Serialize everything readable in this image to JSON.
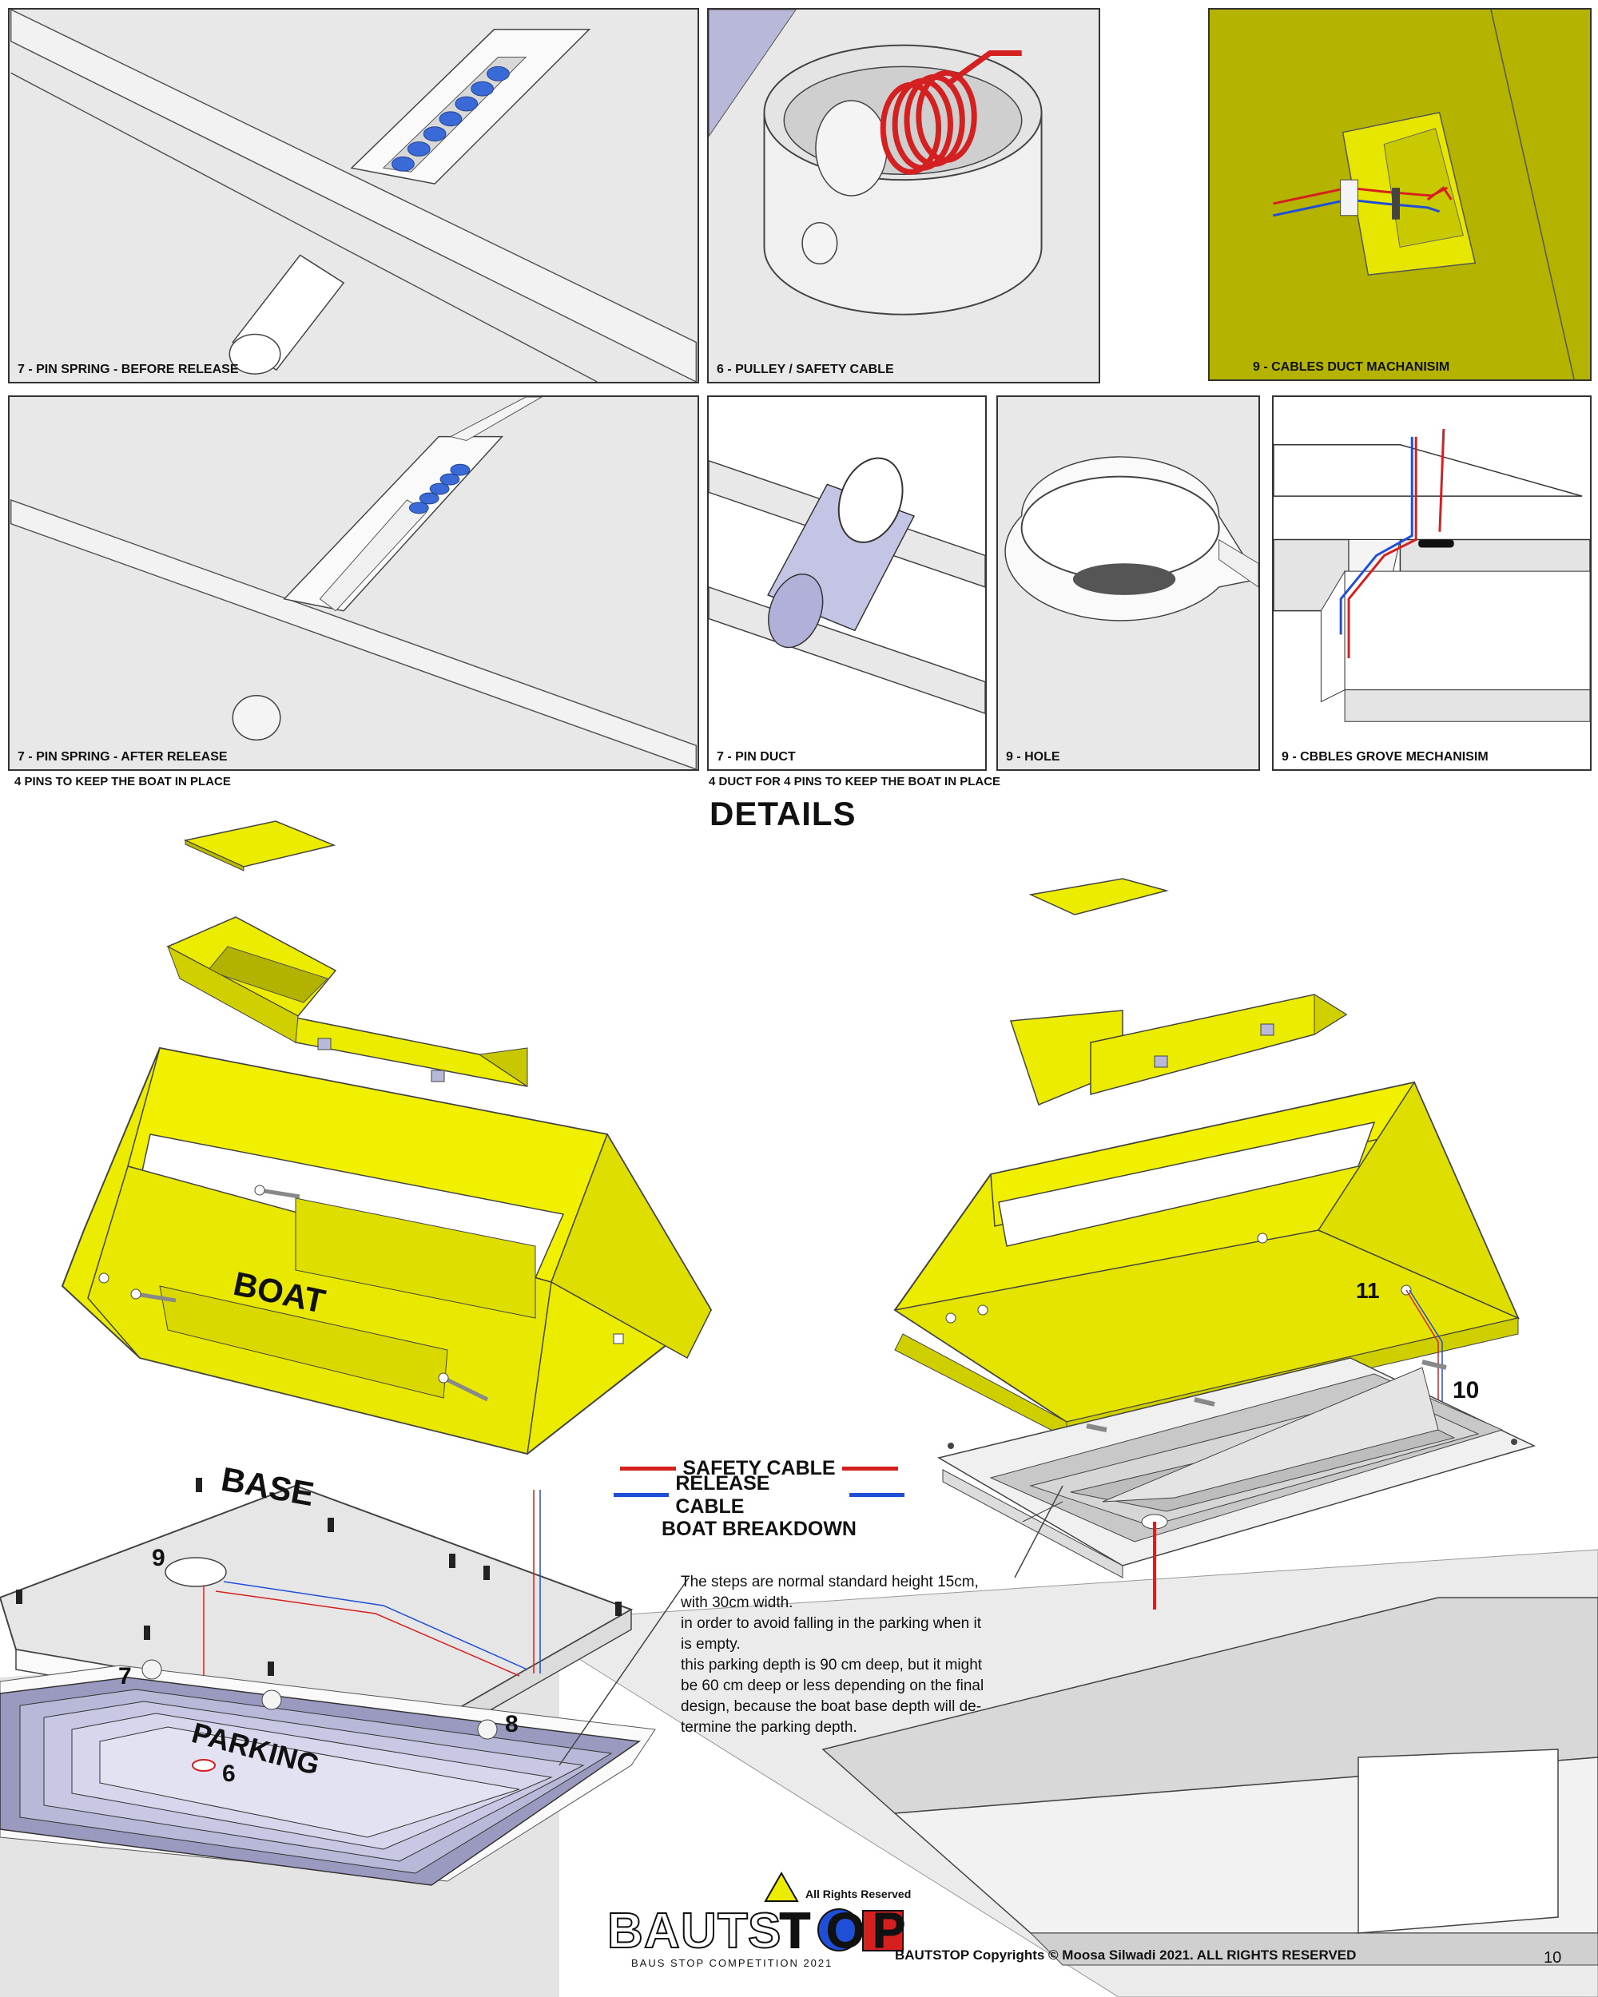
{
  "panels": {
    "p1_caption": "7 - PIN SPRING - BEFORE RELEASE",
    "p2_caption": "6 - PULLEY / SAFETY CABLE",
    "p3_caption": "9 - CABLES DUCT MACHANISIM",
    "p4_caption": "7 - PIN SPRING - AFTER RELEASE",
    "p5_caption": "7 - PIN DUCT",
    "p6_caption": "9 - HOLE",
    "p7_caption": "9 - CBBLES GROVE MECHANISIM"
  },
  "notes": {
    "pins_note": "4 PINS TO KEEP THE BOAT IN PLACE",
    "duct_note": "4 DUCT FOR 4 PINS TO KEEP THE BOAT IN PLACE"
  },
  "section_title": "DETAILS",
  "labels": {
    "boat": "BOAT",
    "base": "BASE",
    "parking": "PARKING",
    "n9": "9",
    "n7": "7",
    "n8": "8",
    "n6": "6",
    "n11": "11",
    "n10": "10"
  },
  "legend": {
    "safety": "SAFETY CABLE",
    "release": "RELEASE CABLE",
    "title": "BOAT BREAKDOWN",
    "safety_color": "#d62020",
    "release_color": "#1f4fd6"
  },
  "paragraph": [
    "The steps are normal standard height 15cm,",
    "with 30cm width.",
    "in order to avoid falling in the parking when it",
    "is empty.",
    "this parking depth is 90 cm deep, but it might",
    "be 60 cm deep or less depending on the final",
    "design, because the boat base depth will de-",
    "termine the parking depth."
  ],
  "logo": {
    "rights": "All Rights Reserved",
    "letters": [
      "B",
      "A",
      "U",
      "T",
      "S",
      "T",
      "O",
      "P"
    ],
    "subtitle": "BAUS STOP COMPETITION 2021"
  },
  "footer": {
    "copyright": "BAUTSTOP Copyrights © Moosa Silwadi 2021. ALL RIGHTS RESERVED",
    "page": "10"
  },
  "colors": {
    "yellow": "#ecec00",
    "olive": "#b3b300",
    "panel_bg": "#e8e8e8",
    "step_blue": "#b8b8d8"
  }
}
